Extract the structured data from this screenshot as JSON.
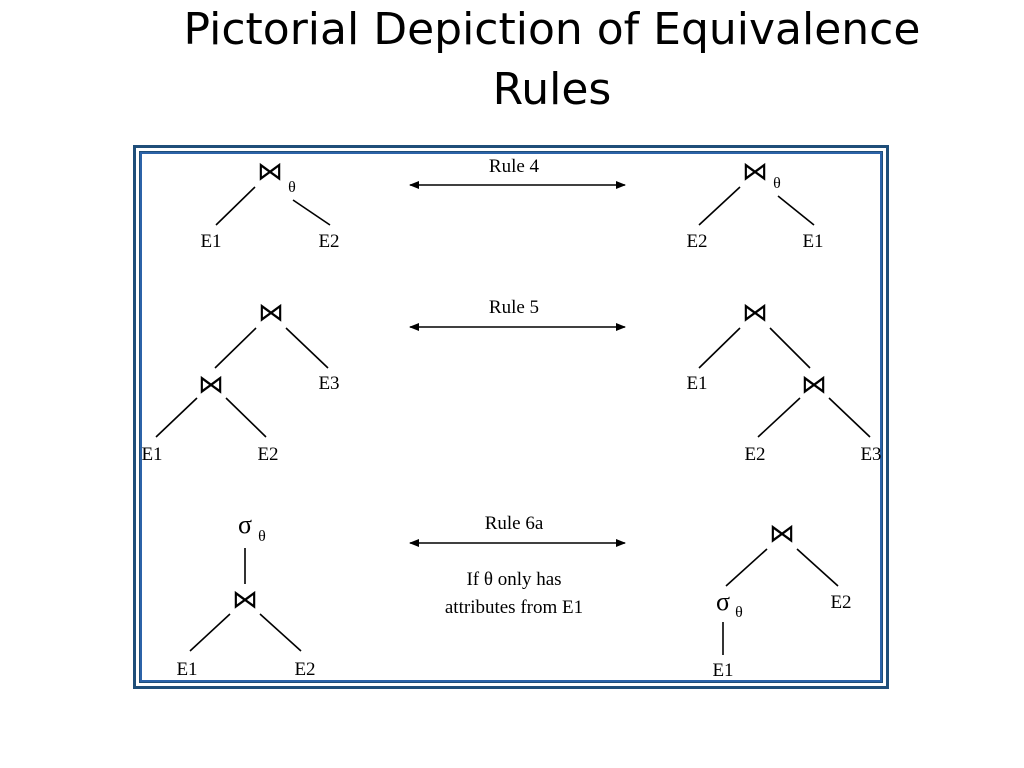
{
  "slide": {
    "title": "Pictorial Depiction of Equivalence Rules"
  },
  "colors": {
    "frame": "#1f4e79",
    "frame_inner": "#2c63a8",
    "text": "#000000"
  },
  "symbols": {
    "join": "⋈",
    "theta": "θ",
    "sigma": "σ"
  },
  "rules": [
    {
      "label": "Rule 4",
      "left_tree": {
        "root": "⋈",
        "root_sub": "θ",
        "leaves": [
          "E1",
          "E2"
        ]
      },
      "right_tree": {
        "root": "⋈",
        "root_sub": "θ",
        "leaves": [
          "E2",
          "E1"
        ]
      }
    },
    {
      "label": "Rule 5",
      "left_tree": {
        "root": "⋈",
        "inner": "⋈",
        "leaves": [
          "E1",
          "E2",
          "E3"
        ]
      },
      "right_tree": {
        "root": "⋈",
        "inner": "⋈",
        "leaves": [
          "E1",
          "E2",
          "E3"
        ]
      }
    },
    {
      "label": "Rule 6a",
      "note_line1": "If θ only has",
      "note_line2": "attributes from E1",
      "left_tree": {
        "root": "σ",
        "root_sub": "θ",
        "inner": "⋈",
        "leaves": [
          "E1",
          "E2"
        ]
      },
      "right_tree": {
        "root": "⋈",
        "inner": "σ",
        "inner_sub": "θ",
        "leaves": [
          "E1",
          "E2"
        ]
      }
    }
  ]
}
